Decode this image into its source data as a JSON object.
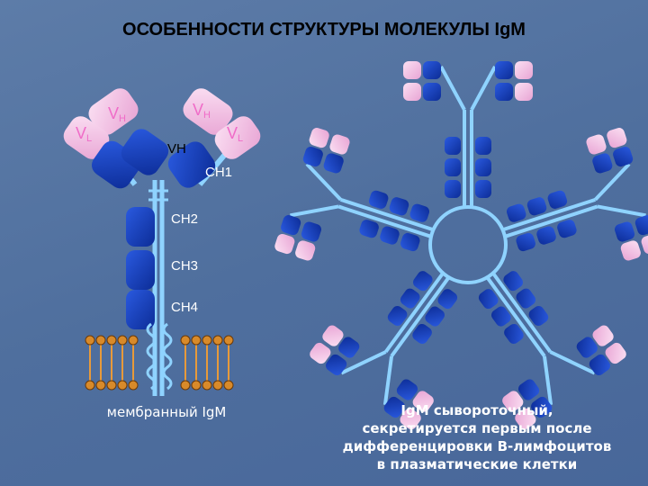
{
  "title": "ОСОБЕННОСТИ СТРУКТУРЫ МОЛЕКУЛЫ IgM",
  "labels": {
    "vh_left": "V",
    "vh_left_sub": "H",
    "vh_right": "V",
    "vh_right_sub": "H",
    "vl_left": "V",
    "vl_left_sub": "L",
    "vl_right": "V",
    "vl_right_sub": "L",
    "vh_inner": "VH",
    "ch1": "CH1",
    "ch2": "CH2",
    "ch3": "CH3",
    "ch4": "CH4"
  },
  "captions": {
    "membrane": "мембранный IgM",
    "serum_line1": "IgM сывороточный,",
    "serum_line2": "секретируется первым после",
    "serum_line3": "дифференцировки В-лимфоцитов",
    "serum_line4": "в плазматические клетки"
  },
  "colors": {
    "domain_blue": "#1a46c8",
    "domain_dark": "#0d2a8a",
    "light_chain_pink": "#f2b8e0",
    "label_pink": "#f06cc8",
    "connector": "#8fd3ff",
    "lipid_head": "#d88a2a"
  }
}
